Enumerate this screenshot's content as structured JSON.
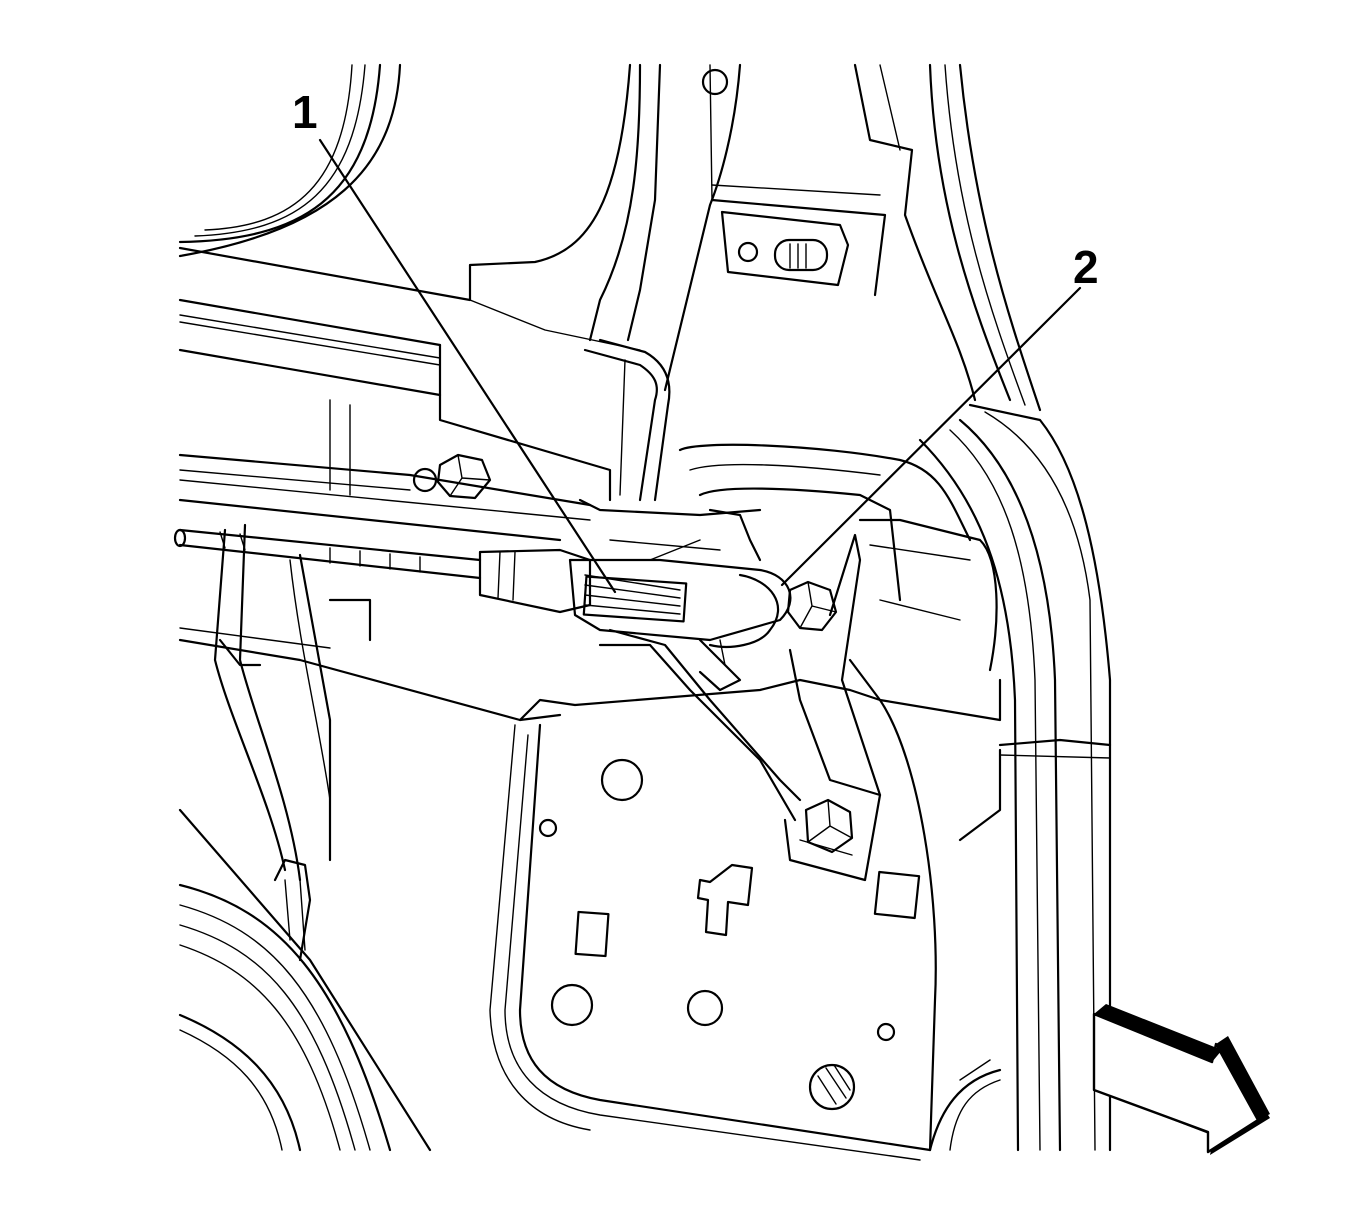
{
  "diagram": {
    "callouts": [
      {
        "id": "1",
        "label": "1"
      },
      {
        "id": "2",
        "label": "2"
      }
    ],
    "icons": {
      "direction_arrow": "front-direction-arrow-icon"
    },
    "colors": {
      "line": "#000000",
      "background": "#ffffff"
    }
  }
}
